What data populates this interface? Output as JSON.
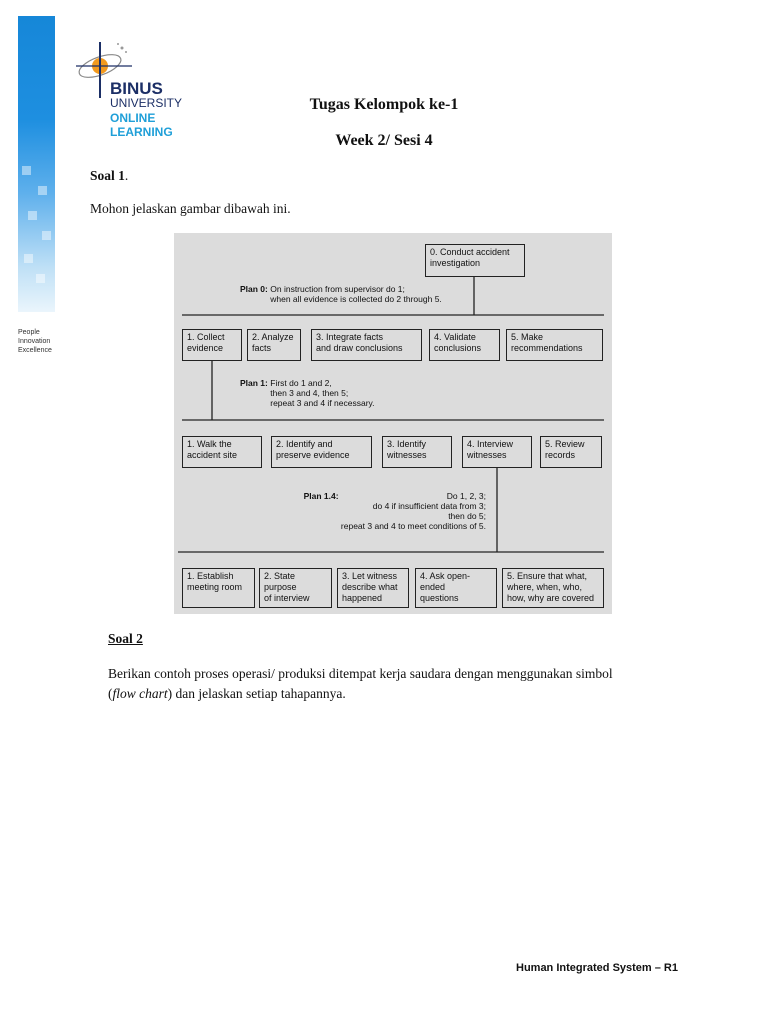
{
  "branding": {
    "logo_line1": "BINUS",
    "logo_line2": "UNIVERSITY",
    "logo_line3": "ONLINE",
    "logo_line4": "LEARNING",
    "tagline": [
      "People",
      "Innovation",
      "Excellence"
    ],
    "colors": {
      "blue": "#1a8ae0",
      "orange": "#f39a1e",
      "navy": "#1c2f66",
      "teal": "#1f9fd8"
    }
  },
  "header": {
    "title": "Tugas Kelompok ke-1",
    "subtitle": "Week 2/ Sesi 4"
  },
  "soal1": {
    "label": "Soal 1",
    "label_suffix": ".",
    "instruction": "Mohon jelaskan gambar dibawah ini."
  },
  "diagram": {
    "root": "0.  Conduct accident\n     investigation",
    "plan0_label": "Plan 0:",
    "plan0_text": "On instruction from supervisor do 1;\nwhen all evidence is collected do 2 through 5.",
    "level1": [
      "1.  Collect\n     evidence",
      "2.  Analyze\n     facts",
      "3.  Integrate facts\n     and draw conclusions",
      "4.  Validate\n     conclusions",
      "5.  Make\n     recommendations"
    ],
    "plan1_label": "Plan 1:",
    "plan1_text": "First do 1 and 2,\n then 3 and 4, then 5;\n repeat 3 and 4 if necessary.",
    "level2": [
      "1.  Walk the\n     accident site",
      "2.  Identify and\n     preserve evidence",
      "3.  Identify\n     witnesses",
      "4.  Interview\n     witnesses",
      "5.  Review\n     records"
    ],
    "plan14_label": "Plan 1.4:",
    "plan14_text": "Do 1, 2, 3;\ndo 4 if insufficient data from 3;\nthen do 5;\nrepeat 3 and 4 to meet conditions of 5.",
    "level3": [
      "1. Establish\n   meeting room",
      "2. State purpose\n   of interview",
      "3. Let witness\n   describe what\n   happened",
      "4. Ask open-ended\n   questions",
      "5. Ensure that what,\n   where, when, who,\n   how, why are covered"
    ]
  },
  "soal2": {
    "label": "Soal 2",
    "text_part1": "Berikan contoh proses operasi/ produksi ditempat kerja saudara dengan menggunakan simbol",
    "text_paren_open": "(",
    "text_italic": "flow chart",
    "text_part2": ") dan jelaskan setiap tahapannya."
  },
  "footer": {
    "text": "Human Integrated System – R1"
  }
}
